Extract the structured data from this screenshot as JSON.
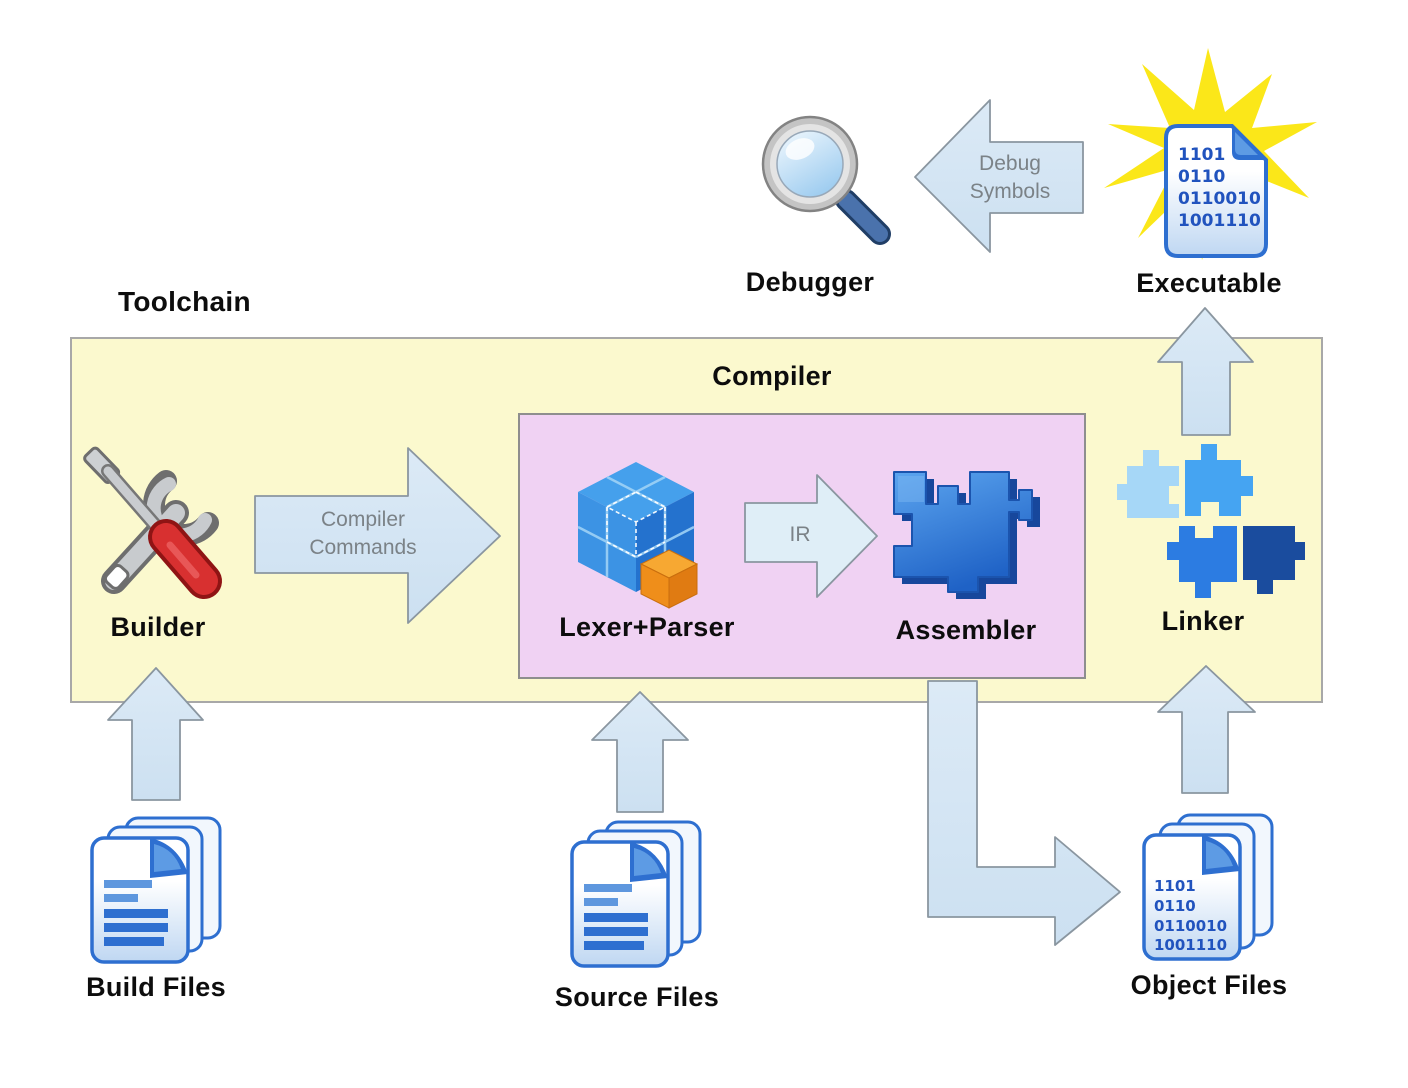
{
  "toolchain_box": {
    "label": "Toolchain"
  },
  "compiler_box": {
    "label": "Compiler"
  },
  "nodes": {
    "builder": {
      "label": "Builder",
      "icon": "wrench-screwdriver-icon"
    },
    "lexer_parser": {
      "label": "Lexer+Parser",
      "icon": "cubes-icon"
    },
    "assembler": {
      "label": "Assembler",
      "icon": "puzzle-piece-icon"
    },
    "linker": {
      "label": "Linker",
      "icon": "puzzle-pieces-icon"
    },
    "debugger": {
      "label": "Debugger",
      "icon": "magnifier-icon"
    },
    "executable": {
      "label": "Executable",
      "icon": "binary-file-starburst-icon",
      "binary": [
        "1101",
        "0110",
        "0110010",
        "1001110"
      ]
    },
    "build_files": {
      "label": "Build Files",
      "icon": "document-stack-icon"
    },
    "source_files": {
      "label": "Source Files",
      "icon": "document-stack-icon"
    },
    "object_files": {
      "label": "Object Files",
      "icon": "binary-document-stack-icon",
      "binary": [
        "1101",
        "0110",
        "0110010",
        "1001110"
      ]
    }
  },
  "arrow_labels": {
    "compiler_commands": {
      "line1": "Compiler",
      "line2": "Commands"
    },
    "ir": {
      "label": "IR"
    },
    "debug_symbols": {
      "line1": "Debug",
      "line2": "Symbols"
    }
  },
  "connections": [
    {
      "from": "build_files",
      "to": "builder",
      "label": ""
    },
    {
      "from": "builder",
      "to": "lexer_parser",
      "label": "Compiler Commands"
    },
    {
      "from": "source_files",
      "to": "lexer_parser",
      "label": ""
    },
    {
      "from": "lexer_parser",
      "to": "assembler",
      "label": "IR"
    },
    {
      "from": "assembler",
      "to": "object_files",
      "label": ""
    },
    {
      "from": "object_files",
      "to": "linker",
      "label": ""
    },
    {
      "from": "linker",
      "to": "executable",
      "label": ""
    },
    {
      "from": "executable",
      "to": "debugger",
      "label": "Debug Symbols"
    }
  ],
  "colors": {
    "toolchain_box_fill": "#FBF9CE",
    "compiler_box_fill": "#F0D2F3",
    "arrow_fill": "#D5E6F3",
    "arrow_stroke": "#8A96A0",
    "arrow_text": "#7B8287",
    "label_text": "#0D0D0D",
    "document_blue": "#2E6FD0",
    "binary_text_blue": "#2153BE",
    "starburst_yellow": "#FBE719",
    "orange_cube": "#F09A1E",
    "puzzle_blue": "#2064C8"
  }
}
